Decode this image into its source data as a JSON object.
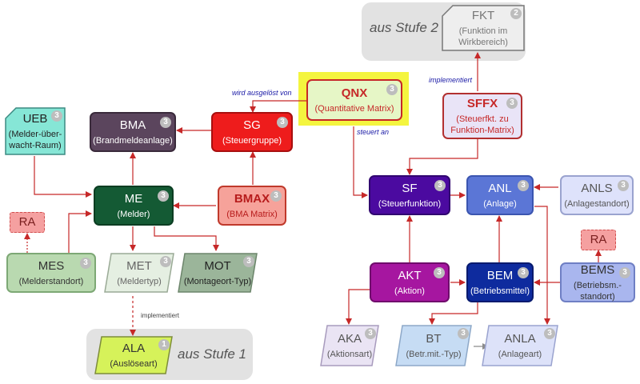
{
  "groups": [
    {
      "id": "stufe2",
      "label": "aus Stufe 2"
    },
    {
      "id": "stufe1",
      "label": "aus Stufe 1"
    }
  ],
  "nodes": [
    {
      "id": "FKT",
      "title": "FKT",
      "sub": "(Funktion im Wirkbereich)",
      "badge": "2",
      "fill": "#eeeeee",
      "stroke": "#777777",
      "text": "#777777",
      "shape": "fold"
    },
    {
      "id": "QNX",
      "title": "QNX",
      "sub": "(Quantitative Matrix)",
      "badge": "3",
      "fill": "#e6f6c6",
      "stroke": "#c62828",
      "text": "#c62828",
      "shape": "rect",
      "bold": true,
      "highlight": "#f4f53f"
    },
    {
      "id": "SFFX",
      "title": "SFFX",
      "sub": "(Steuerfkt. zu Funktion-Matrix)",
      "badge": "3",
      "fill": "#e9e4f7",
      "stroke": "#b23030",
      "text": "#c62828",
      "shape": "rect",
      "bold": true
    },
    {
      "id": "UEB",
      "title": "UEB",
      "sub": "(Melder-über-wacht-Raum)",
      "badge": "3",
      "fill": "#86e6d6",
      "stroke": "#3c8a82",
      "text": "#222222",
      "shape": "fold"
    },
    {
      "id": "BMA",
      "title": "BMA",
      "sub": "(Brandmeldeanlage)",
      "badge": "3",
      "fill": "#5b455d",
      "stroke": "#3a2a3b",
      "text": "#ffffff",
      "shape": "rect"
    },
    {
      "id": "SG",
      "title": "SG",
      "sub": "(Steuergruppe)",
      "badge": "3",
      "fill": "#ee1c1c",
      "stroke": "#a80f0f",
      "text": "#ffffff",
      "shape": "rect"
    },
    {
      "id": "ME",
      "title": "ME",
      "sub": "(Melder)",
      "badge": "3",
      "fill": "#145a34",
      "stroke": "#0b3d22",
      "text": "#ffffff",
      "shape": "rect"
    },
    {
      "id": "BMAX",
      "title": "BMAX",
      "sub": "(BMA Matrix)",
      "badge": "3",
      "fill": "#f6a29a",
      "stroke": "#c0392b",
      "text": "#b71c1c",
      "shape": "rect",
      "bold": true
    },
    {
      "id": "RA1",
      "title": "RA",
      "sub": "",
      "badge": "",
      "fill": "#f5a0a0",
      "stroke": "#d05050",
      "text": "#7a1f1f",
      "shape": "rect",
      "dashed": true
    },
    {
      "id": "MES",
      "title": "MES",
      "sub": "(Melderstandort)",
      "badge": "3",
      "fill": "#b9d9b0",
      "stroke": "#7da875",
      "text": "#333333",
      "shape": "rect"
    },
    {
      "id": "MET",
      "title": "MET",
      "sub": "(Meldertyp)",
      "badge": "3",
      "fill": "#e5efe2",
      "stroke": "#9aaa96",
      "text": "#666666",
      "shape": "para"
    },
    {
      "id": "MOT",
      "title": "MOT",
      "sub": "(Montageort-Typ)",
      "badge": "3",
      "fill": "#9bb59a",
      "stroke": "#6c856b",
      "text": "#222222",
      "shape": "para"
    },
    {
      "id": "ALA",
      "title": "ALA",
      "sub": "(Auslöseart)",
      "badge": "1",
      "fill": "#d6f25a",
      "stroke": "#7d8c3a",
      "text": "#333333",
      "shape": "para"
    },
    {
      "id": "SF",
      "title": "SF",
      "sub": "(Steuerfunktion)",
      "badge": "3",
      "fill": "#4b0aa0",
      "stroke": "#300670",
      "text": "#ffffff",
      "shape": "rect"
    },
    {
      "id": "ANL",
      "title": "ANL",
      "sub": "(Anlage)",
      "badge": "3",
      "fill": "#5b76d6",
      "stroke": "#3b55b0",
      "text": "#ffffff",
      "shape": "rect"
    },
    {
      "id": "ANLS",
      "title": "ANLS",
      "sub": "(Anlagestandort)",
      "badge": "3",
      "fill": "#dee2fb",
      "stroke": "#9aa3cf",
      "text": "#555555",
      "shape": "rect"
    },
    {
      "id": "RA2",
      "title": "RA",
      "sub": "",
      "badge": "",
      "fill": "#f5a0a0",
      "stroke": "#d05050",
      "text": "#7a1f1f",
      "shape": "rect",
      "dashed": true
    },
    {
      "id": "AKT",
      "title": "AKT",
      "sub": "(Aktion)",
      "badge": "3",
      "fill": "#a616a0",
      "stroke": "#700c6c",
      "text": "#ffffff",
      "shape": "rect"
    },
    {
      "id": "BEM",
      "title": "BEM",
      "sub": "(Betriebsmittel)",
      "badge": "3",
      "fill": "#0e2b9e",
      "stroke": "#061a6e",
      "text": "#ffffff",
      "shape": "rect"
    },
    {
      "id": "BEMS",
      "title": "BEMS",
      "sub": "(Betriebsm.-standort)",
      "badge": "3",
      "fill": "#a9b6ee",
      "stroke": "#6f7fc4",
      "text": "#333333",
      "shape": "rect"
    },
    {
      "id": "AKA",
      "title": "AKA",
      "sub": "(Aktionsart)",
      "badge": "3",
      "fill": "#eae4f4",
      "stroke": "#a89bbd",
      "text": "#555555",
      "shape": "para"
    },
    {
      "id": "BT",
      "title": "BT",
      "sub": "(Betr.mit.-Typ)",
      "badge": "3",
      "fill": "#c6dcf4",
      "stroke": "#8da8c8",
      "text": "#555555",
      "shape": "para"
    },
    {
      "id": "ANLA",
      "title": "ANLA",
      "sub": "(Anlageart)",
      "badge": "3",
      "fill": "#dde2f9",
      "stroke": "#9aa3cf",
      "text": "#555555",
      "shape": "para"
    }
  ],
  "edge_labels": {
    "implementiert_fkt": "implementiert",
    "wird_ausgeloest_von": "wird ausgelöst von",
    "steuert_an": "steuert an",
    "implementiert_ala": "implementiert"
  },
  "colors": {
    "edge_red": "#c62828",
    "edge_gray": "#8c8c8c",
    "group_bg": "#e2e2e2",
    "badge": "#bdbdbd"
  }
}
